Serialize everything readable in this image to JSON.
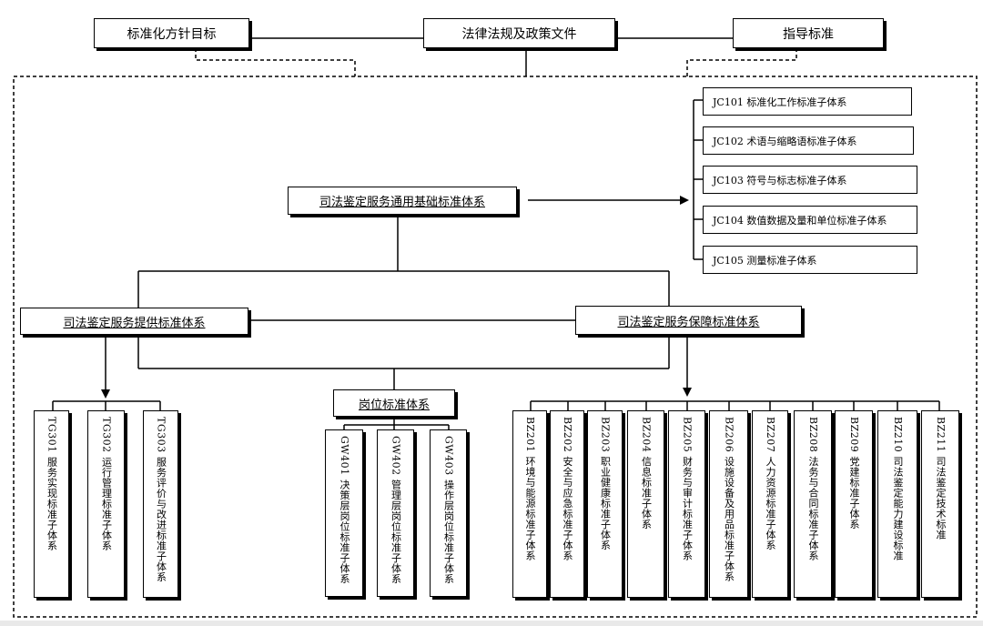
{
  "top": {
    "left": "标准化方针目标",
    "center": "法律法规及政策文件",
    "right": "指导标准"
  },
  "general": {
    "title": "司法鉴定服务通用基础标准体系",
    "items": [
      "JC101 标准化工作标准子体系",
      "JC102 术语与缩略语标准子体系",
      "JC103 符号与标志标准子体系",
      "JC104 数值数据及量和单位标准子体系",
      "JC105 测量标准子体系"
    ]
  },
  "provide": {
    "title": "司法鉴定服务提供标准体系",
    "items": [
      "TG301 服务实现标准子体系",
      "TG302 运行管理标准子体系",
      "TG303 服务评价与改进标准子体系"
    ]
  },
  "post": {
    "title": "岗位标准体系",
    "items": [
      "GW401 决策层岗位标准子体系",
      "GW402 管理层岗位标准子体系",
      "GW403 操作层岗位标准子体系"
    ]
  },
  "support": {
    "title": "司法鉴定服务保障标准体系",
    "items": [
      "BZ201 环境与能源标准子体系",
      "BZ202 安全与应急标准子体系",
      "BZ203 职业健康标准子体系",
      "BZ204 信息标准子体系",
      "BZ205 财务与审计标准子体系",
      "BZ206 设施设备及用品标准子体系",
      "BZ207 人力资源标准子体系",
      "BZ208 法务与合同标准子体系",
      "BZ209 党建标准子体系",
      "BZ210 司法鉴定能力建设标准",
      "BZ211 司法鉴定技术标准"
    ]
  }
}
